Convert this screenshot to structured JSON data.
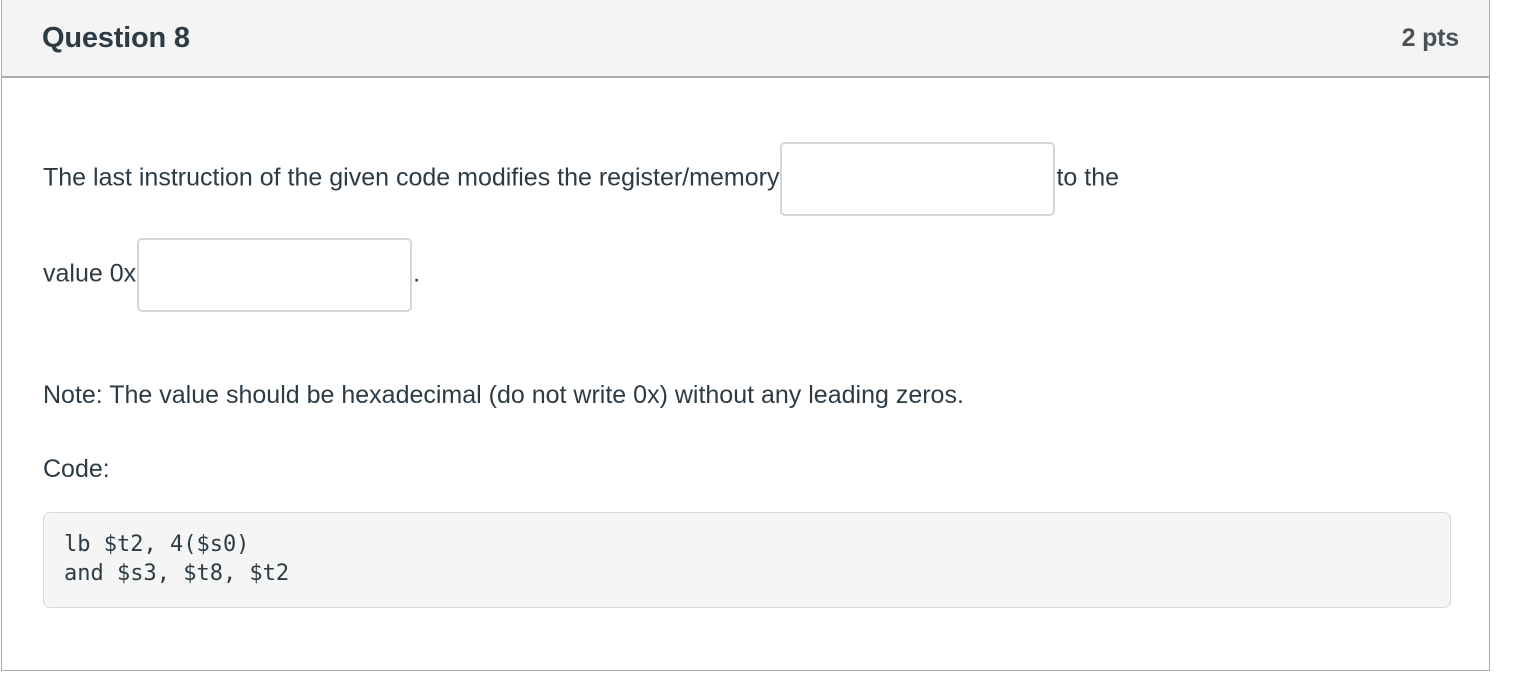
{
  "question": {
    "header": {
      "name": "Question 8",
      "points": "2 pts"
    },
    "prompt": {
      "segment_1": "The last instruction of the given code modifies the register/memory",
      "segment_2": "to the",
      "segment_3": "value 0x",
      "segment_4": ".",
      "blank_1_value": "",
      "blank_1_placeholder": "",
      "blank_2_value": "",
      "blank_2_placeholder": ""
    },
    "note": "Note: The value should be hexadecimal (do not write 0x) without any leading zeros.",
    "code_label": "Code:",
    "code_lines": [
      "lb $t2, 4($s0)",
      "and $s3, $t8, $t2"
    ]
  },
  "colors": {
    "text": "#2d3b45",
    "header_bg": "#f4f4f4",
    "border": "#a8adb3",
    "input_border": "#d4d6d8",
    "code_bg": "#f5f5f5",
    "code_border": "#d8dadc"
  }
}
